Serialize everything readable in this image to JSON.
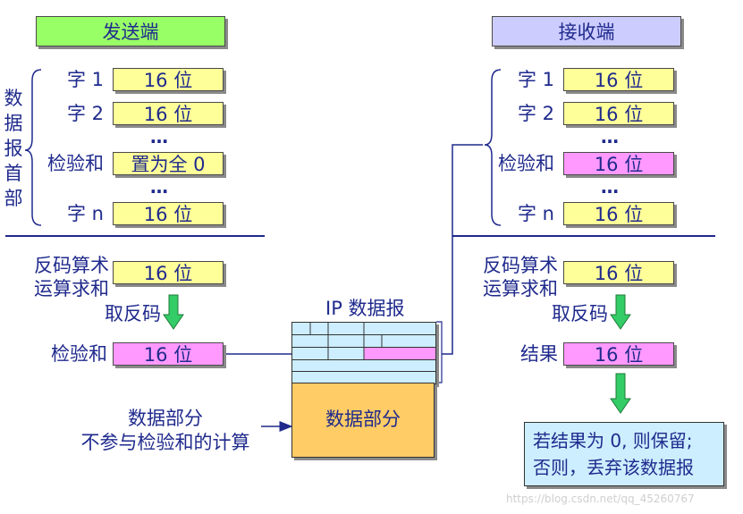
{
  "sender": {
    "title": "发送端",
    "header_vertical_label": "数据报首部",
    "rows": [
      {
        "label": "字 1",
        "value": "16 位"
      },
      {
        "label": "字 2",
        "value": "16 位"
      },
      {
        "label": "检验和",
        "value": "置为全 0"
      },
      {
        "label": "字 n",
        "value": "16 位"
      }
    ],
    "dots": "…",
    "sum_label_line1": "反码算术",
    "sum_label_line2": "运算求和",
    "sum_value": "16 位",
    "complement_label": "取反码",
    "checksum_label": "检验和",
    "checksum_value": "16 位"
  },
  "middle": {
    "ip_title": "IP 数据报",
    "data_part": "数据部分",
    "note_line1": "数据部分",
    "note_line2": "不参与检验和的计算"
  },
  "receiver": {
    "title": "接收端",
    "rows": [
      {
        "label": "字 1",
        "value": "16 位"
      },
      {
        "label": "字 2",
        "value": "16 位"
      },
      {
        "label": "检验和",
        "value": "16 位"
      },
      {
        "label": "字 n",
        "value": "16 位"
      }
    ],
    "dots": "…",
    "sum_label_line1": "反码算术",
    "sum_label_line2": "运算求和",
    "sum_value": "16 位",
    "complement_label": "取反码",
    "result_label": "结果",
    "result_value": "16 位",
    "decision_line1": "若结果为 0, 则保留;",
    "decision_line2": "否则，丢弃该数据报"
  },
  "watermark": "https://blog.csdn.net/qq_45260767",
  "colors": {
    "text": "#1f2a8c",
    "yellow": "#ffff99",
    "pink": "#ff99ff",
    "green_header": "#99ff66",
    "purple_header": "#ccccff",
    "ip_header": "#cceeff",
    "data_part": "#ffcc66",
    "decision_box": "#cceeff",
    "arrow_green": "#33cc66"
  }
}
